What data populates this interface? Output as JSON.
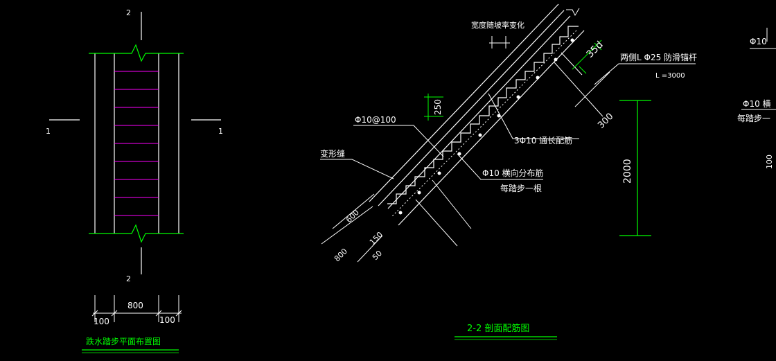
{
  "colors": {
    "background": "#000000",
    "line": "#ffffff",
    "accent_green": "#00ff00",
    "tread_magenta": "#ff00ff"
  },
  "plan_view": {
    "title": "跌水踏步平面布置图",
    "section_mark_top": "2",
    "section_mark_bottom": "2",
    "section_mark_left": "1",
    "section_mark_right": "1",
    "dim_total": "800",
    "dim_left": "100",
    "dim_right": "100"
  },
  "section_view": {
    "title": "2-2  剖面配筋图",
    "note_width": "宽度随坡率变化",
    "note_anchor": "两侧L Φ25 防滑锚杆",
    "note_anchor_length": "L =3000",
    "note_long_bar": "3Φ10 通长配筋",
    "note_dist_bar_1": "Φ10 横向分布筋",
    "note_dist_bar_2": "每踏步一根",
    "note_stirrup": "Φ10@100",
    "note_joint": "变形缝",
    "dim_35d": "35d",
    "dim_300": "300",
    "dim_250": "250",
    "dim_2000": "2000",
    "dim_600": "600",
    "dim_800": "800",
    "dim_50": "50",
    "dim_150": "150"
  },
  "partial_view": {
    "note_1": "Φ10",
    "note_2": "Φ10 横",
    "note_3": "每踏步一",
    "note_4": "100"
  }
}
